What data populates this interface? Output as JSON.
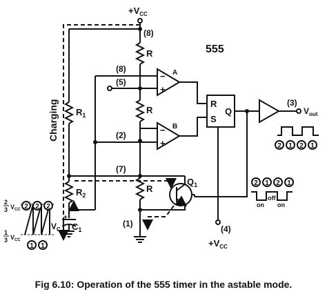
{
  "title": "555",
  "supply_top": "+V",
  "supply_top_sub": "CC",
  "pins": {
    "p8_top": "(8)",
    "p8_comp": "(8)",
    "p5": "(5)",
    "p2": "(2)",
    "p7": "(7)",
    "p1": "(1)",
    "p3": "(3)",
    "p4": "(4)"
  },
  "resistors": {
    "r_top": "R",
    "r_mid": "R",
    "r_bot": "R"
  },
  "r1_main": "R",
  "r1_sub": "1",
  "r2_main": "R",
  "r2_sub": "2",
  "c1_main": "C",
  "c1_sub": "1",
  "vc_main": "V",
  "vc_sub": "C",
  "q1_main": "Q",
  "q1_sub": "1",
  "charging": "Charging",
  "comp_a": "A",
  "comp_b": "B",
  "ff": {
    "r": "R",
    "s": "S",
    "q": "Q"
  },
  "vout_main": "V",
  "vout_sub": "out",
  "supply_bot": "+V",
  "supply_bot_sub": "CC",
  "wave_left": {
    "top_num": "2",
    "top_den": "3",
    "top_v": "V",
    "top_sub": "CC",
    "bot_num": "1",
    "bot_den": "3",
    "bot_v": "V",
    "bot_sub": "CC",
    "top_badges": [
      "2",
      "2",
      "2"
    ],
    "bot_badges": [
      "1",
      "1"
    ]
  },
  "out_badges": [
    "2",
    "1",
    "2",
    "1"
  ],
  "trans_badges": [
    "2",
    "1",
    "2",
    "1"
  ],
  "trans_wave": {
    "on1": "on",
    "off": "off",
    "on2": "on"
  },
  "caption": "Fig 6.10: Operation of the 555 timer in the astable mode."
}
